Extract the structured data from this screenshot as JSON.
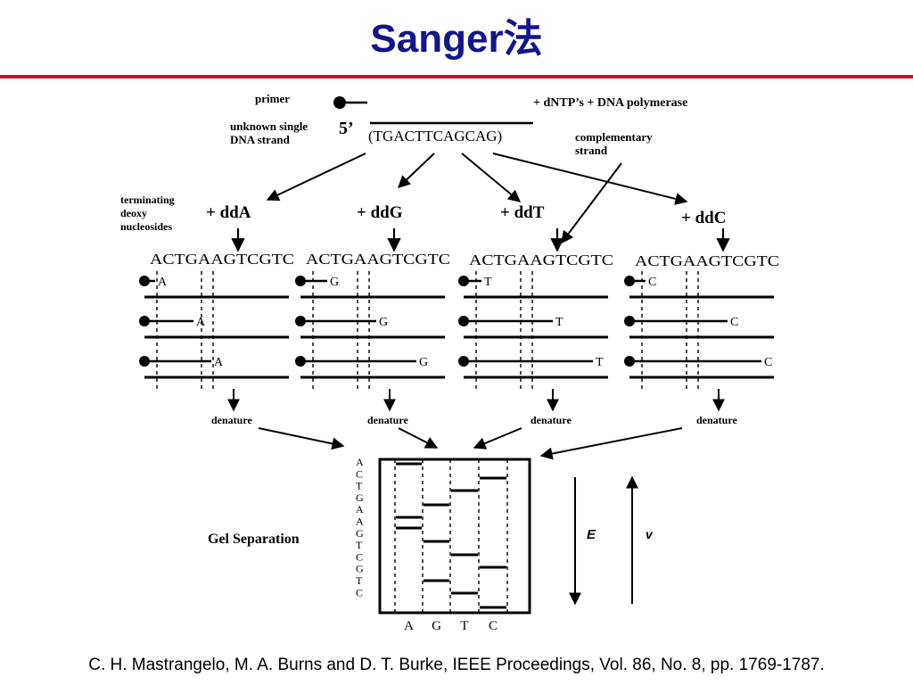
{
  "slide": {
    "title": "Sanger法",
    "citation": "C. H. Mastrangelo, M. A. Burns and D. T. Burke, IEEE Proceedings, Vol. 86, No. 8, pp. 1769-1787."
  },
  "figure": {
    "primer_label": "primer",
    "reagents_label": "+ dNTP’s + DNA polymerase",
    "strand_label_line1": "unknown single",
    "strand_label_line2": "DNA strand",
    "five_prime": "5’",
    "template_sequence": "(TGACTTCAGCAG)",
    "complementary_label_line1": "complementary",
    "complementary_label_line2": "strand",
    "terminating_label_line1": "terminating",
    "terminating_label_line2": "deoxy",
    "terminating_label_line3": "nucleosides",
    "reactions": [
      {
        "reagent": "+ ddA",
        "sequence": "ACTGAAGTCGTC",
        "base": "A",
        "denature": "denature"
      },
      {
        "reagent": "+ ddG",
        "sequence": "ACTGAAGTCGTC",
        "base": "G",
        "denature": "denature"
      },
      {
        "reagent": "+ ddT",
        "sequence": "ACTGAAGTCGTC",
        "base": "T",
        "denature": "denature"
      },
      {
        "reagent": "+ ddC",
        "sequence": "ACTGAAGTCGTC",
        "base": "C",
        "denature": "denature"
      }
    ],
    "gel": {
      "label": "Gel Separation",
      "lanes": [
        "A",
        "G",
        "T",
        "C"
      ],
      "read_letters": [
        "A",
        "C",
        "T",
        "G",
        "A",
        "A",
        "G",
        "T",
        "C",
        "G",
        "T",
        "C"
      ],
      "field_label": "E",
      "velocity_label": "v"
    }
  }
}
